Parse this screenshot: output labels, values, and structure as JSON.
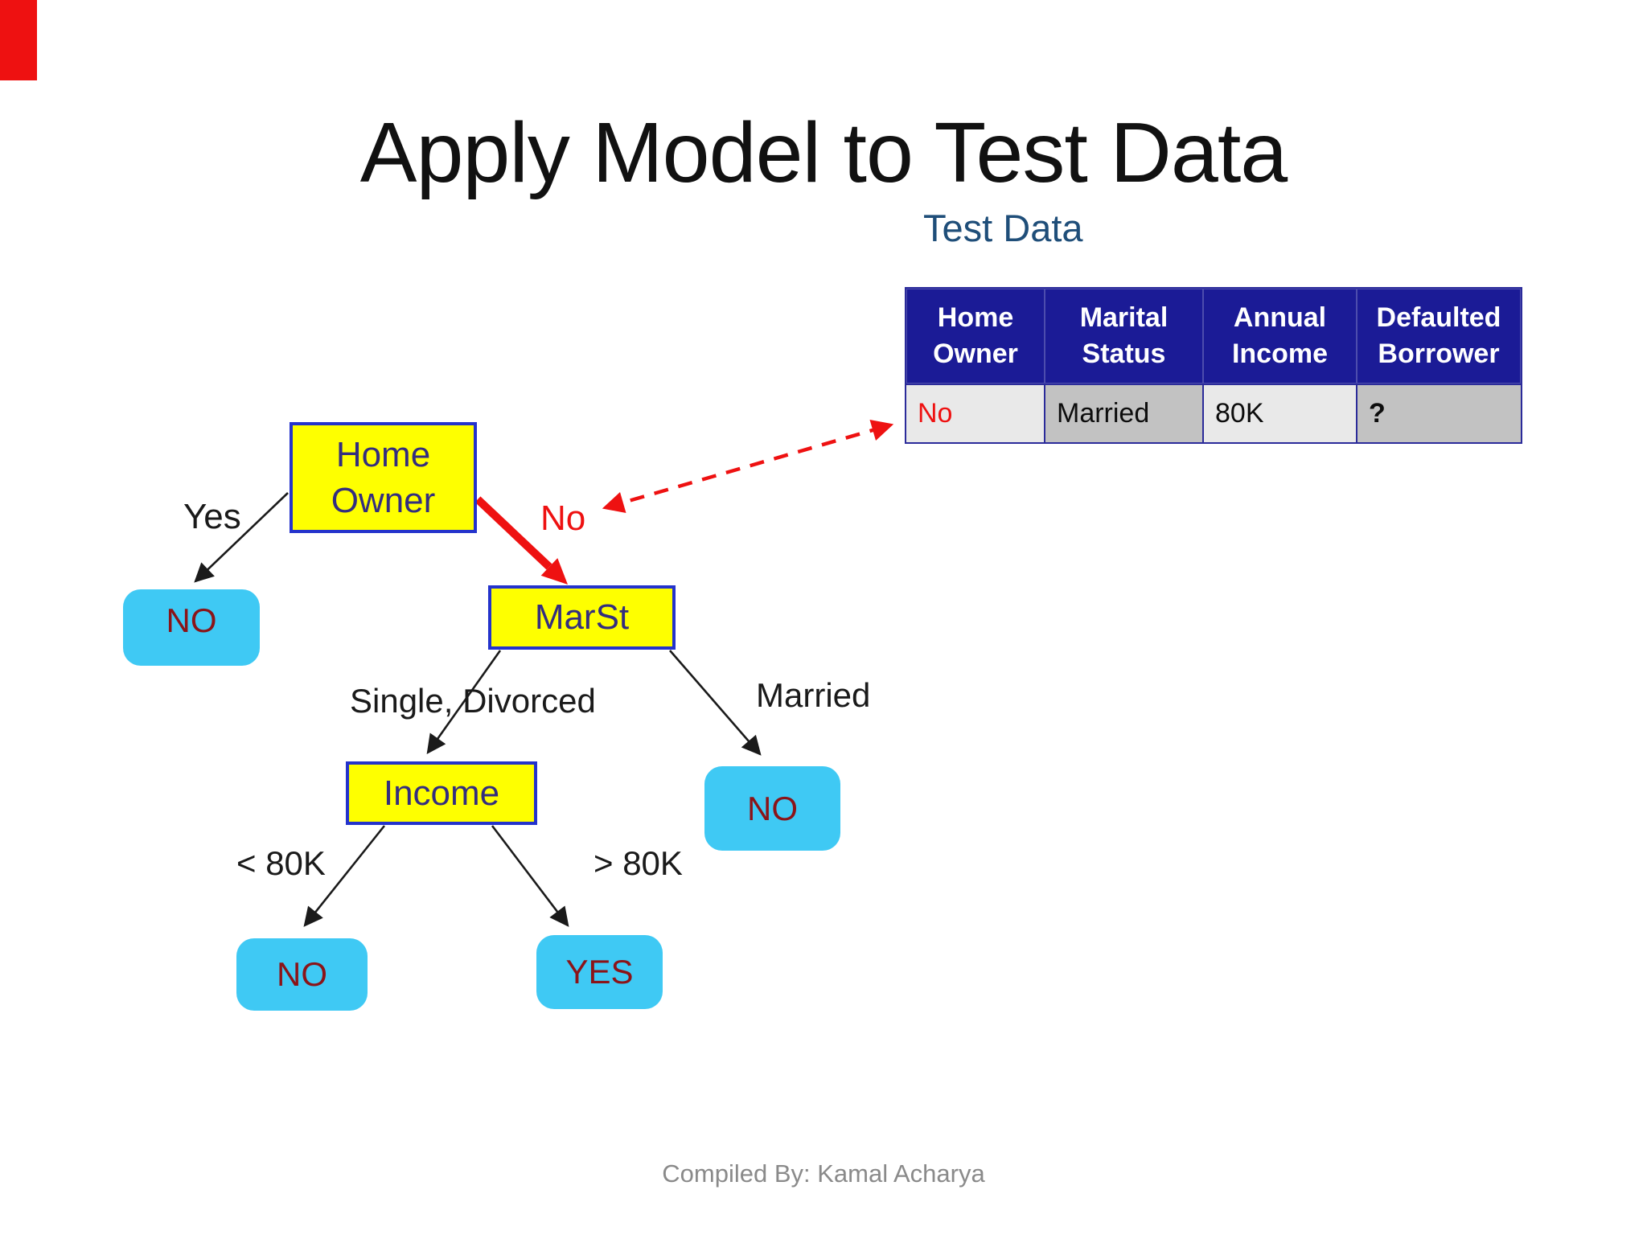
{
  "title": "Apply Model to Test Data",
  "subtitle": "Test Data",
  "footer": "Compiled By: Kamal Acharya",
  "colors": {
    "red": "#ee1111",
    "edge": "#1a1a1a",
    "node_fill": "#feff00",
    "node_border": "#2433cc",
    "node_text": "#332d7f",
    "leaf_fill": "#3fc9f4",
    "leaf_text": "#8b1418",
    "header_bg": "#1b1b96",
    "header_text": "#ffffff",
    "cell_light": "#e9e9e9",
    "cell_dark": "#c2c2c2",
    "cell_border": "#2b2b9a",
    "title_color": "#111111",
    "subtitle_color": "#1f4e79",
    "footer_color": "#8a8a8a"
  },
  "table": {
    "columns": [
      "Home Owner",
      "Marital Status",
      "Annual Income",
      "Defaulted Borrower"
    ],
    "row": [
      "No",
      "Married",
      "80K",
      "?"
    ]
  },
  "tree": {
    "root": "Home Owner",
    "marst": "MarSt",
    "income": "Income",
    "leaf_no_1": "NO",
    "leaf_no_2": "NO",
    "leaf_no_3": "NO",
    "leaf_yes": "YES",
    "edge_yes": "Yes",
    "edge_no": "No",
    "edge_single_divorced": "Single, Divorced",
    "edge_married": "Married",
    "edge_lt80k": "< 80K",
    "edge_gt80k": "> 80K"
  }
}
